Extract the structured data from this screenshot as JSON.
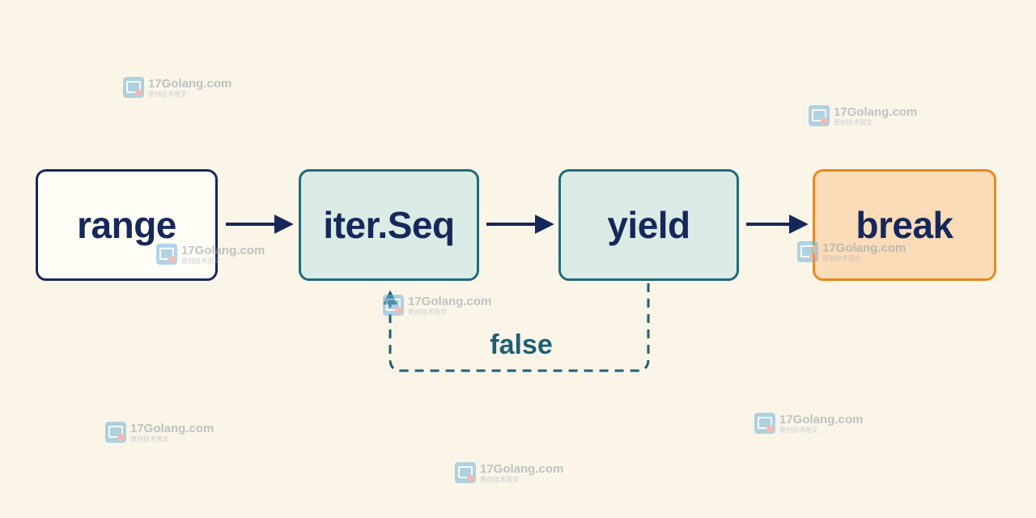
{
  "nodes": {
    "range": "range",
    "iter_seq": "iter.Seq",
    "yield": "yield",
    "break": "break"
  },
  "edge_labels": {
    "false": "false"
  },
  "watermark": {
    "main": "17Golang.com",
    "sub": "原创技术图文"
  },
  "colors": {
    "background": "#fbf5e8",
    "navy": "#16285a",
    "teal": "#1f6b7a",
    "teal_fill": "#dbebe6",
    "orange": "#e8891f",
    "orange_fill": "#fbdcb9"
  }
}
